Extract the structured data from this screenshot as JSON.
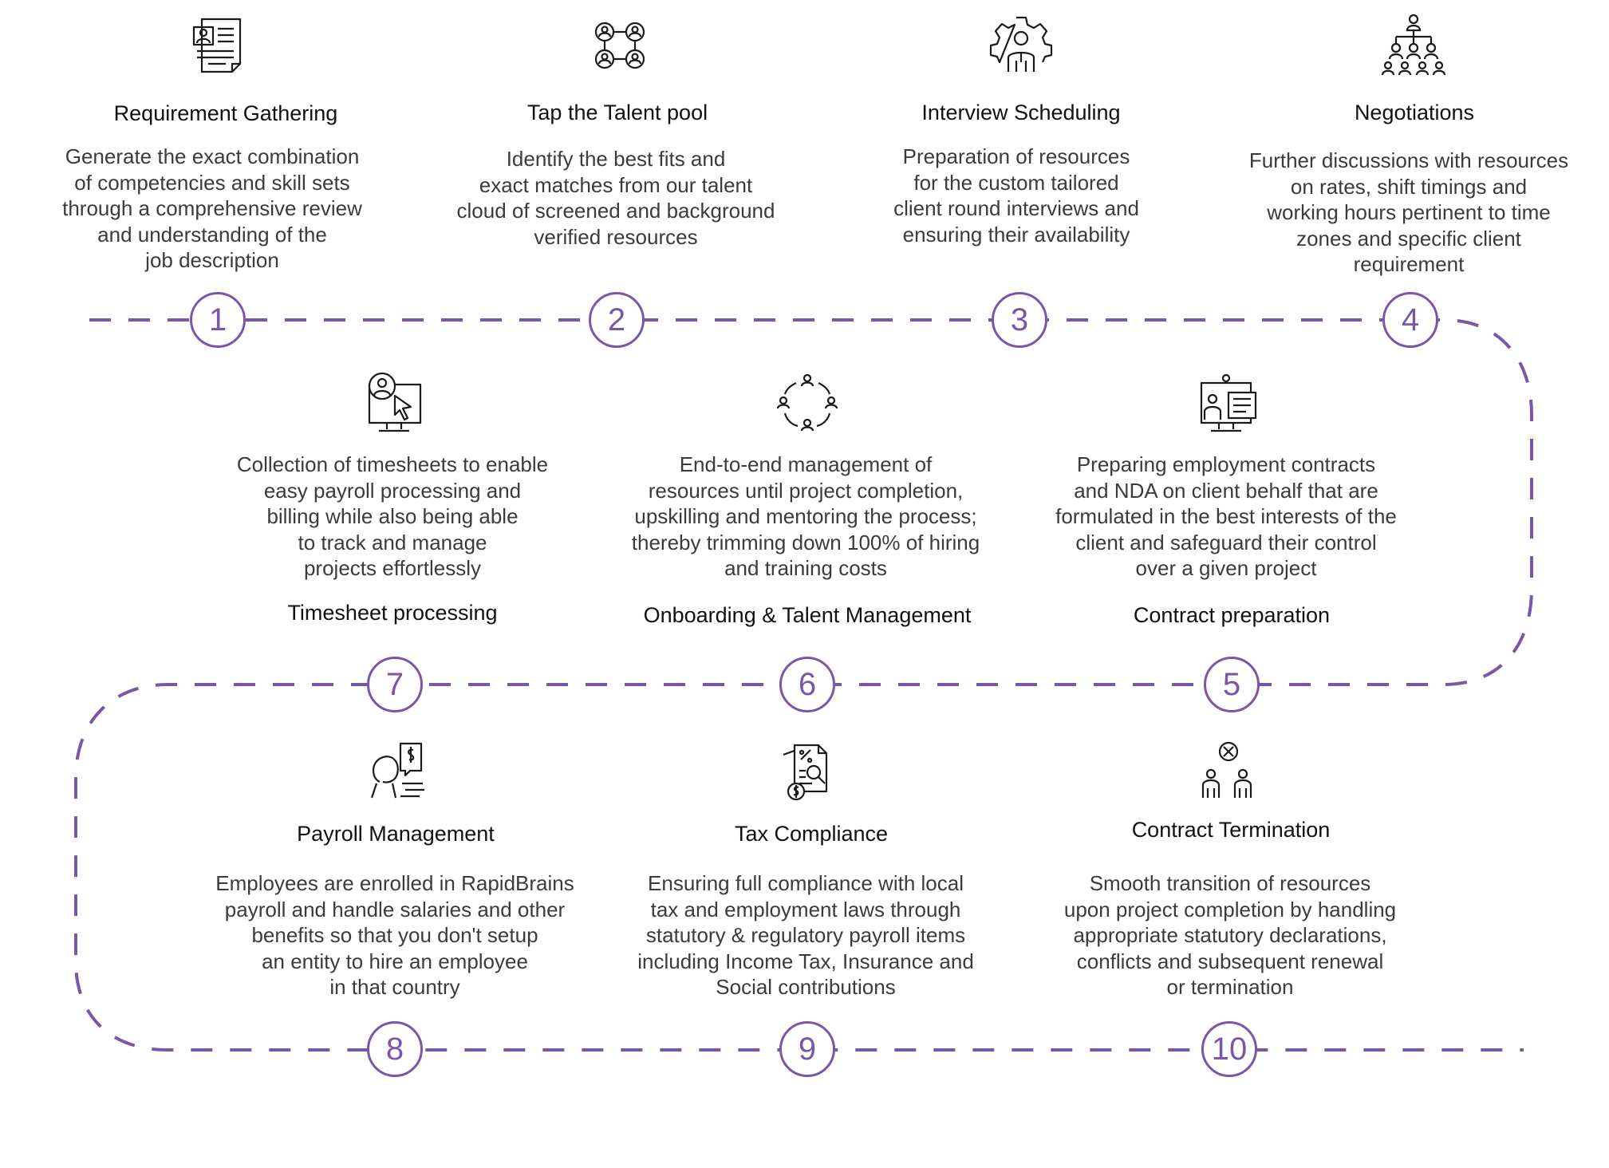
{
  "colors": {
    "accent": "#7a56a7",
    "title": "#111111",
    "text": "#3b3b3b",
    "icon": "#1a1a1a"
  },
  "steps": [
    {
      "number": "1",
      "title": "Requirement Gathering",
      "icon": "resume-document-icon",
      "description": "Generate the exact combination\nof competencies and skill sets\nthrough a comprehensive review\nand understanding of the\njob description"
    },
    {
      "number": "2",
      "title": "Tap the Talent pool",
      "icon": "talent-network-icon",
      "description": "Identify the best fits and\nexact matches from our talent\ncloud of screened and background\nverified resources"
    },
    {
      "number": "3",
      "title": "Interview Scheduling",
      "icon": "gear-person-icon",
      "description": "Preparation of resources\nfor the custom tailored\nclient round interviews and\nensuring their availability"
    },
    {
      "number": "4",
      "title": "Negotiations",
      "icon": "org-hierarchy-icon",
      "description": "Further discussions with resources\non rates, shift timings and\nworking hours pertinent to time\nzones and specific client\nrequirement"
    },
    {
      "number": "5",
      "title": "Contract preparation",
      "icon": "monitor-contract-icon",
      "description": "Preparing employment contracts\nand NDA on client behalf that are\nformulated in the best interests of the\nclient and safeguard their control\nover a given project"
    },
    {
      "number": "6",
      "title": "Onboarding & Talent Management",
      "icon": "team-cycle-icon",
      "description": "End-to-end management of\nresources until project completion,\nupskilling and mentoring the process;\nthereby trimming down 100% of hiring\nand training costs"
    },
    {
      "number": "7",
      "title": "Timesheet processing",
      "icon": "monitor-cursor-icon",
      "description": "Collection of timesheets to enable\neasy payroll processing and\nbilling while also being able\nto track and manage\nprojects effortlessly"
    },
    {
      "number": "8",
      "title": "Payroll Management",
      "icon": "payroll-person-icon",
      "description": "Employees are enrolled in RapidBrains\npayroll and handle salaries and other\nbenefits so that you don't setup\nan entity to hire an employee\nin that country"
    },
    {
      "number": "9",
      "title": "Tax Compliance",
      "icon": "tax-document-icon",
      "description": "Ensuring full compliance with local\ntax and employment laws through\nstatutory & regulatory payroll items\nincluding Income Tax, Insurance and\nSocial contributions"
    },
    {
      "number": "10",
      "title": "Contract Termination",
      "icon": "team-removal-icon",
      "description": "Smooth transition of resources\nupon project completion by handling\nappropriate statutory declarations,\nconflicts and subsequent renewal\nor termination"
    }
  ]
}
